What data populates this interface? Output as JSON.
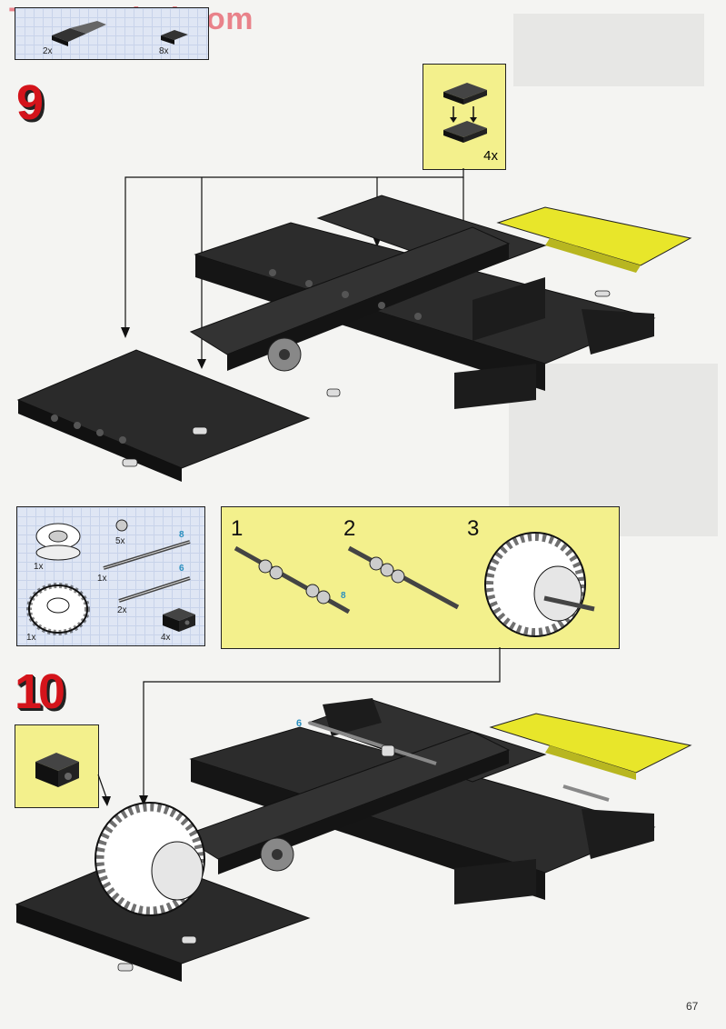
{
  "watermark": "ToysPeriod.com",
  "top_parts": [
    {
      "qty": "2x"
    },
    {
      "qty": "8x"
    }
  ],
  "step9": {
    "number": "9",
    "callout_qty": "4x"
  },
  "parts_list": {
    "items": [
      {
        "qty": "1x"
      },
      {
        "qty": "5x"
      },
      {
        "qty": "1x",
        "length": "8"
      },
      {
        "qty": "2x",
        "length": "6"
      },
      {
        "qty": "1x"
      },
      {
        "qty": "4x"
      }
    ]
  },
  "subassembly": {
    "steps": [
      "1",
      "2",
      "3"
    ],
    "axle_length": "8"
  },
  "step10": {
    "number": "10",
    "axle_label": "6"
  },
  "page_number": "67",
  "colors": {
    "accent_red": "#d4141b",
    "callout_yellow": "#f3f08c",
    "parts_blue": "#dfe6f4",
    "brick_black": "#1e1e1e",
    "brick_yellow": "#e8e62a"
  }
}
